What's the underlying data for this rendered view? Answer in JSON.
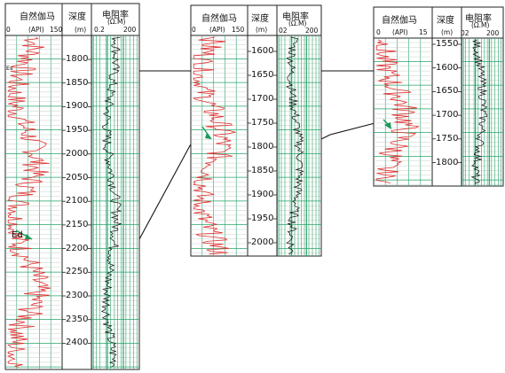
{
  "header": {
    "gamma_label": "自然伽马",
    "depth_label": "深度",
    "resistivity_label": "电阻率",
    "gamma_scale": {
      "min": "0",
      "unit": "(API)",
      "max_left": "150",
      "max_right": "15"
    },
    "depth_unit": "(m)",
    "resistivity_unit": "(Ω.M)",
    "res_scale_left": {
      "min": "0.2",
      "max": "200"
    },
    "res_scale_mid": {
      "min": "02",
      "max": "200"
    },
    "res_scale_right": {
      "min": "02",
      "max": "200"
    }
  },
  "wells": [
    {
      "id": "left",
      "depth_ticks": [
        "1800",
        "1850",
        "1900",
        "1950",
        "2000",
        "2050",
        "2100",
        "2150",
        "2200",
        "2250",
        "2300",
        "2350",
        "2400"
      ],
      "marker_label": "Ed",
      "top_marker_label": "Es"
    },
    {
      "id": "middle",
      "depth_ticks": [
        "1600",
        "1650",
        "1700",
        "1750",
        "1800",
        "1850",
        "1900",
        "1950",
        "2000"
      ]
    },
    {
      "id": "right",
      "depth_ticks": [
        "1550",
        "1600",
        "1650",
        "1700",
        "1750",
        "1800"
      ]
    }
  ],
  "colors": {
    "gamma_curve": "#e03030",
    "grid_green": "#2aa36b",
    "grid_grey": "#b8c4bd",
    "frame": "#222222",
    "marker": "#1a9a5a"
  }
}
